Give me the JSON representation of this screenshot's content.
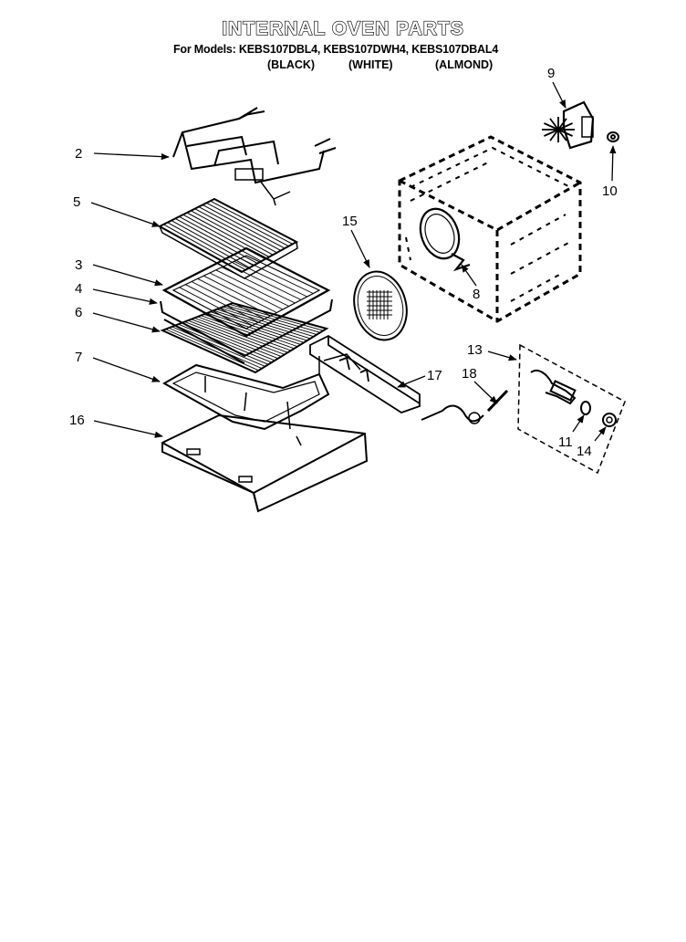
{
  "title": "INTERNAL OVEN PARTS",
  "models_line": "For Models: KEBS107DBL4, KEBS107DWH4, KEBS107DBAL4",
  "colors": {
    "black": "(BLACK)",
    "white": "(WHITE)",
    "almond": "(ALMOND)"
  },
  "callouts": {
    "c2": "2",
    "c5": "5",
    "c3": "3",
    "c4": "4",
    "c6": "6",
    "c7": "7",
    "c16": "16",
    "c15": "15",
    "c9": "9",
    "c10": "10",
    "c8": "8",
    "c17": "17",
    "c18": "18",
    "c13": "13",
    "c11": "11",
    "c14": "14"
  }
}
